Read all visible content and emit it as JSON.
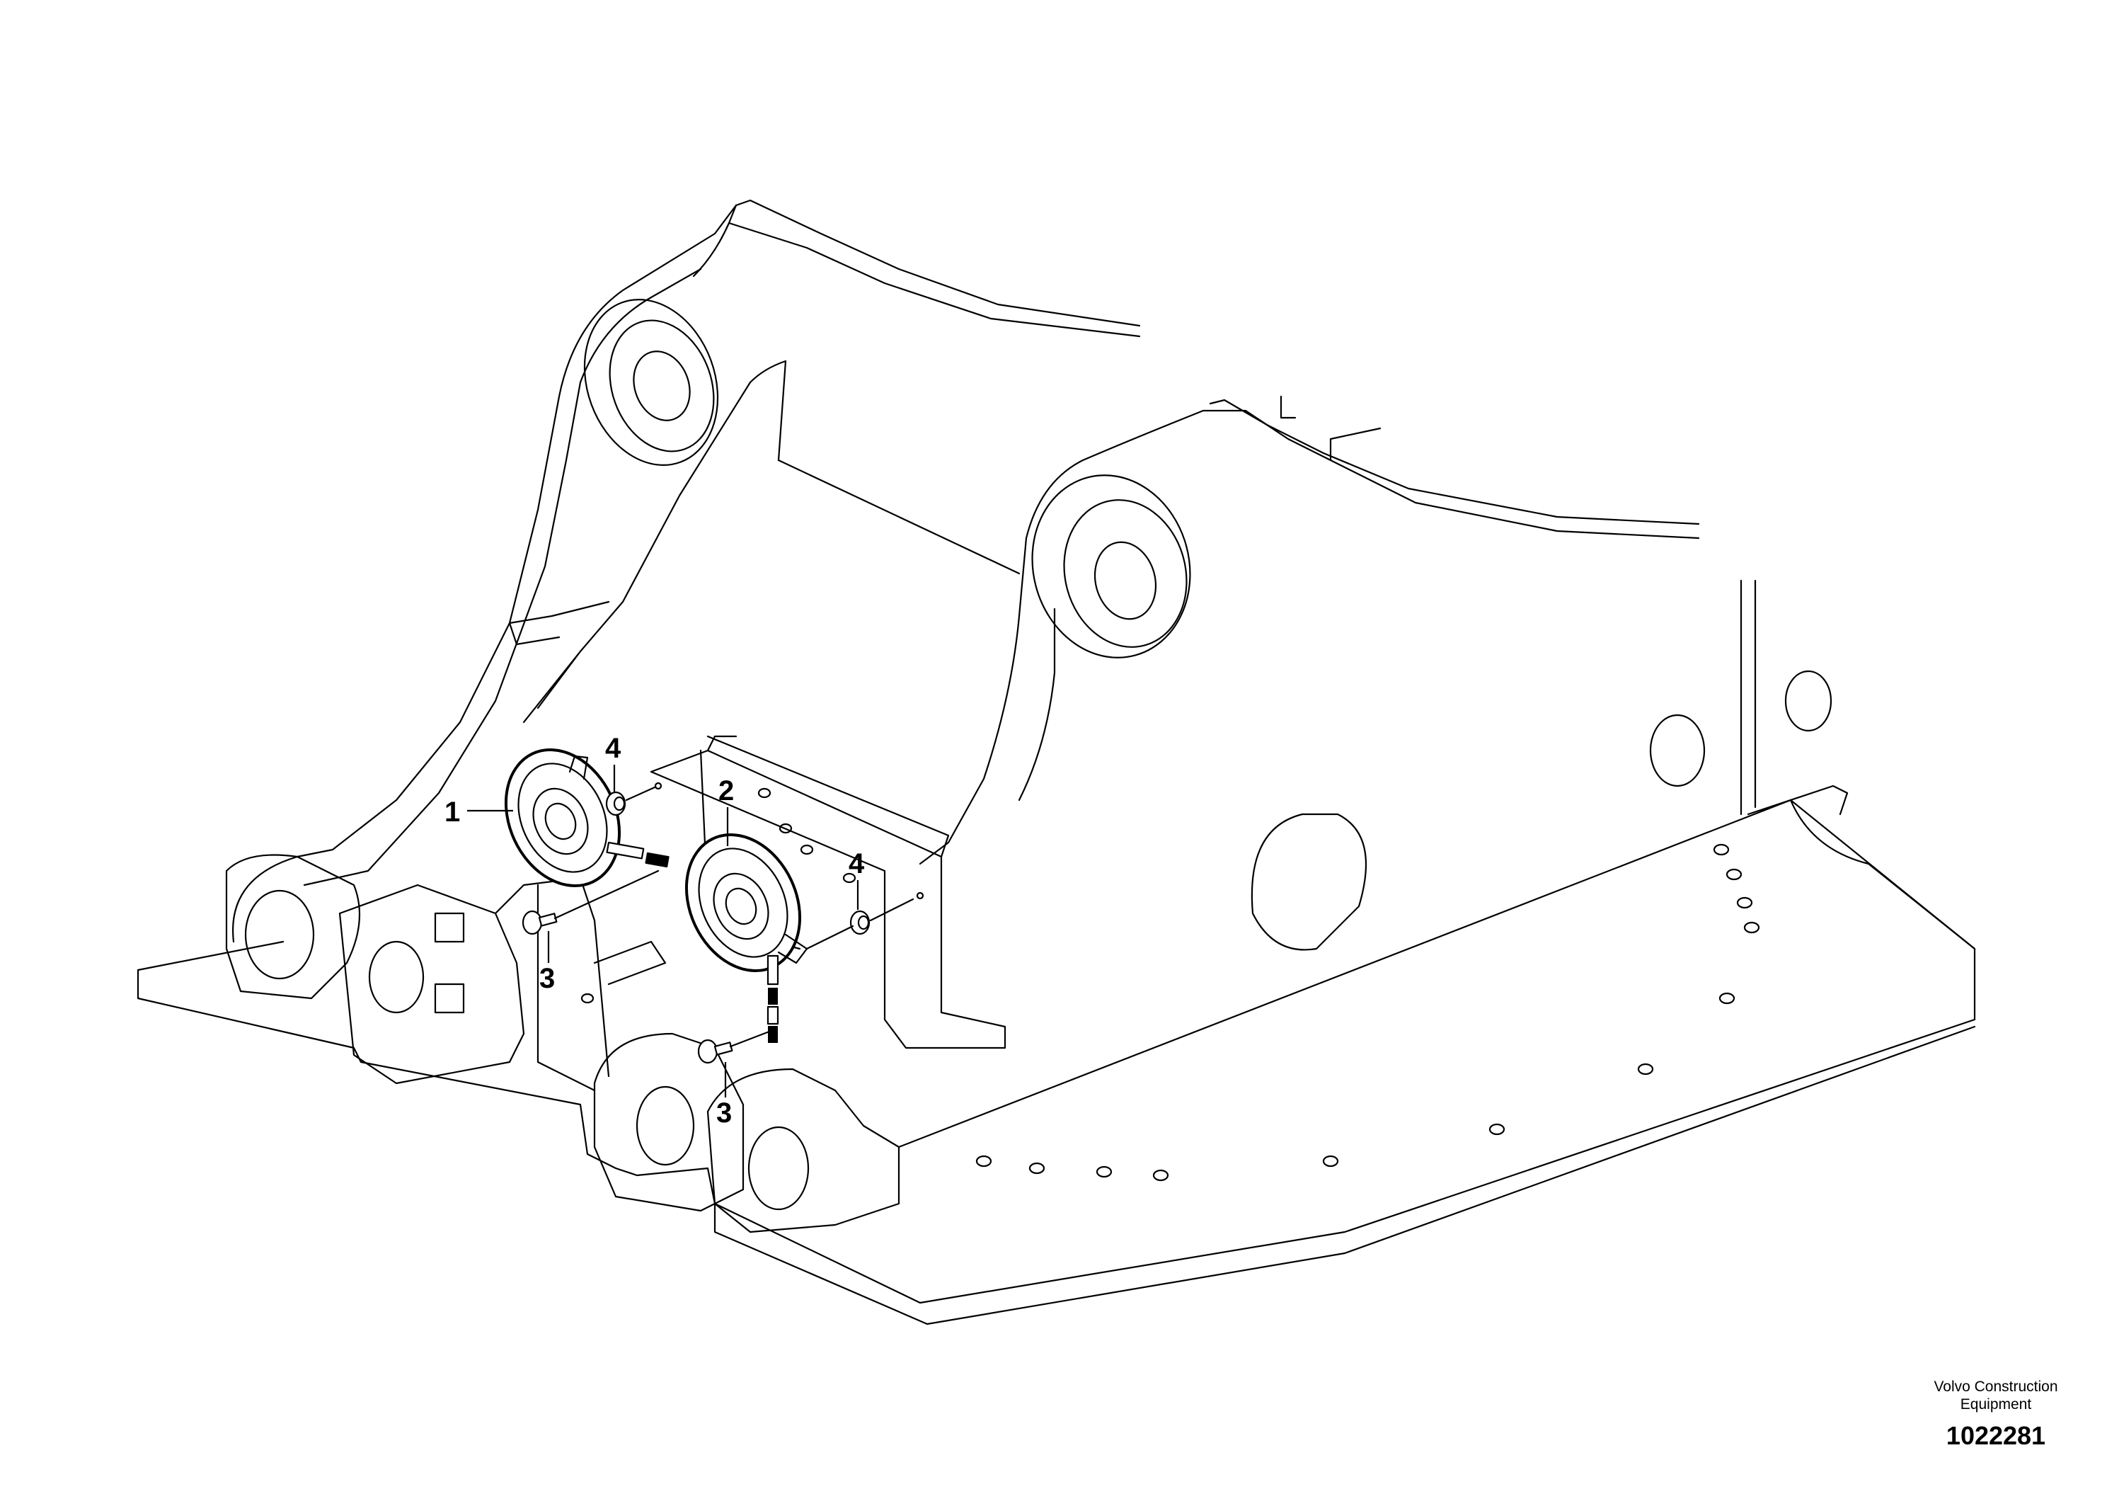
{
  "callouts": [
    {
      "id": "c1",
      "label": "1"
    },
    {
      "id": "c2",
      "label": "2"
    },
    {
      "id": "c3a",
      "label": "3"
    },
    {
      "id": "c3b",
      "label": "3"
    },
    {
      "id": "c4a",
      "label": "4"
    },
    {
      "id": "c4b",
      "label": "4"
    }
  ],
  "footer": {
    "company_line1": "Volvo Construction",
    "company_line2": "Equipment",
    "document_number": "1022281"
  }
}
